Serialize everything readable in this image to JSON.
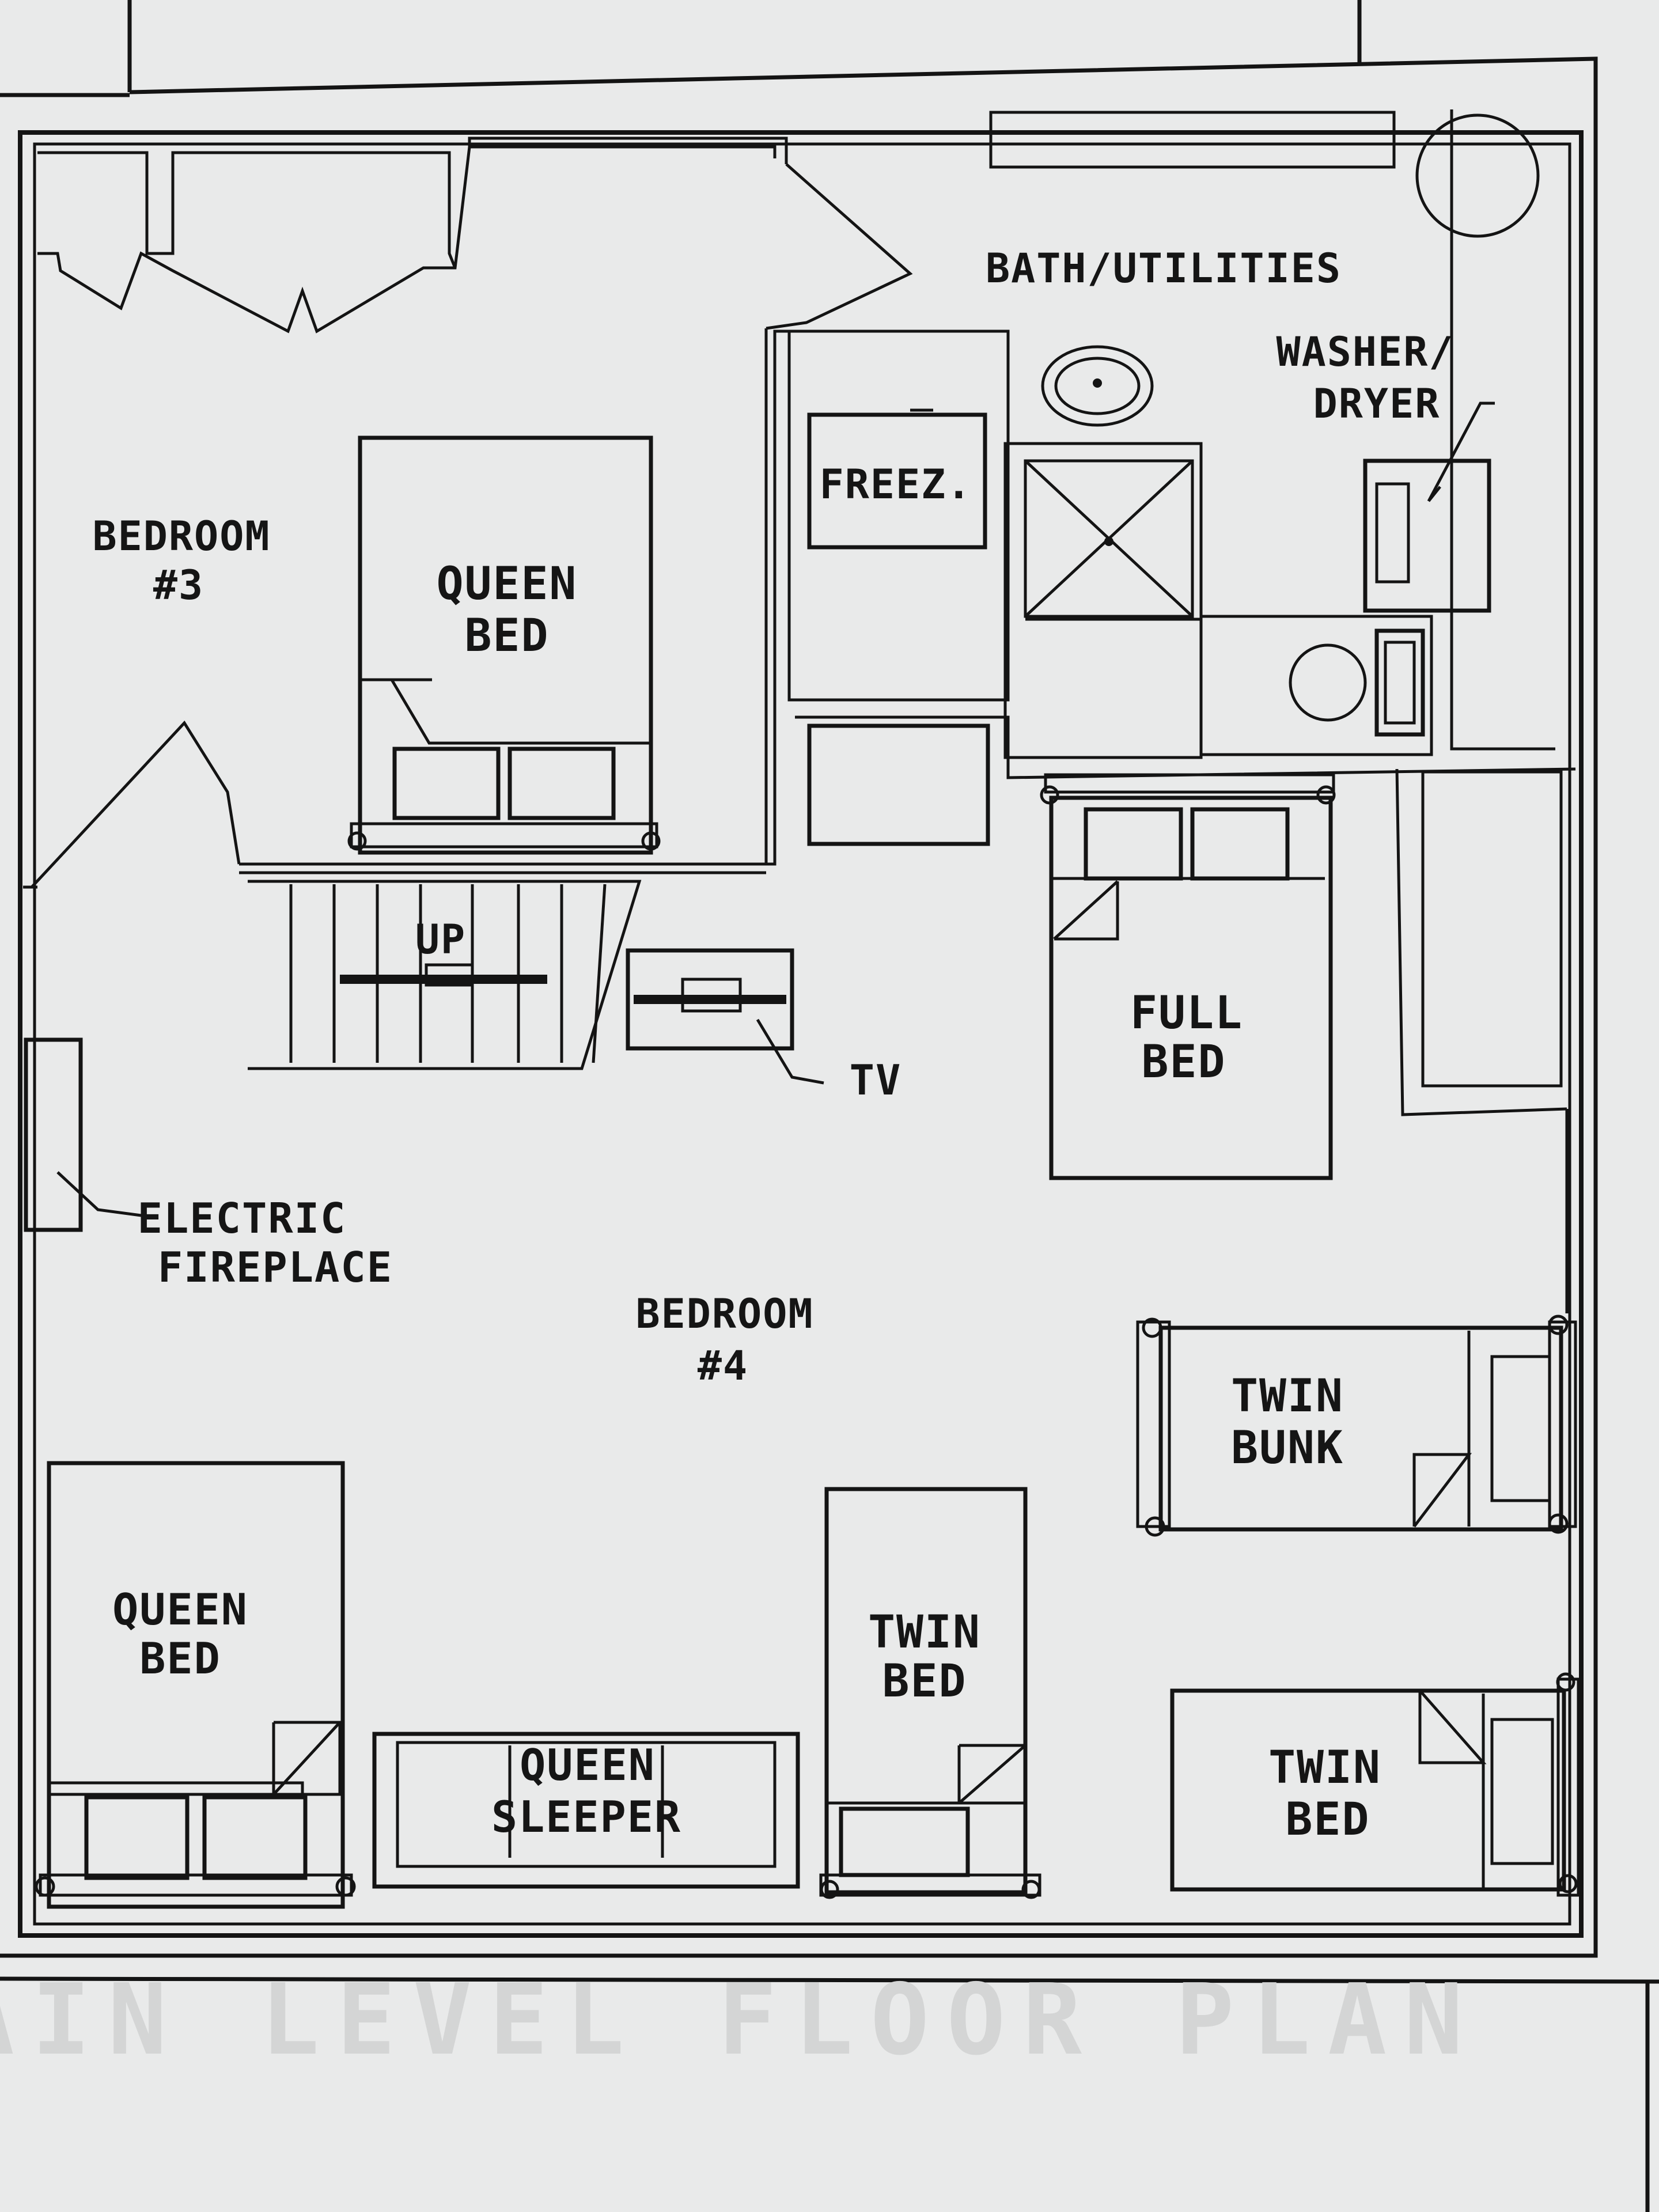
{
  "labels": {
    "bath_utilities": "BATH/UTILITIES",
    "washer": "WASHER/",
    "dryer": "DRYER",
    "freezer": "FREEZ.",
    "bedroom3": "BEDROOM",
    "bedroom3_num": "#3",
    "queen1_a": "QUEEN",
    "queen1_b": "BED",
    "stairs": "UP",
    "tv": "TV",
    "full_a": "FULL",
    "full_b": "BED",
    "fireplace_a": "ELECTRIC",
    "fireplace_b": "FIREPLACE",
    "bedroom4": "BEDROOM",
    "bedroom4_num": "#4",
    "bunk_a": "TWIN",
    "bunk_b": "BUNK",
    "queen2_a": "QUEEN",
    "queen2_b": "BED",
    "sleeper_a": "QUEEN",
    "sleeper_b": "SLEEPER",
    "twin1_a": "TWIN",
    "twin1_b": "BED",
    "twin2_a": "TWIN",
    "twin2_b": "BED",
    "footer": "MAIN LEVEL FLOOR PLAN"
  }
}
